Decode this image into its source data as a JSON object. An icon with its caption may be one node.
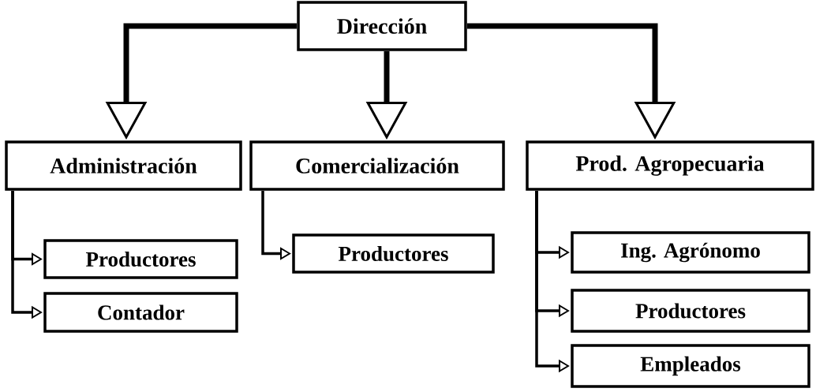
{
  "diagram": {
    "nodes": [
      {
        "text": [
          "Dirección"
        ]
      },
      {
        "text": [
          "Administración"
        ]
      },
      {
        "text": [
          "Comercialización"
        ]
      },
      {
        "text": [
          "Prod. Agropecuaria"
        ]
      },
      {
        "text": [
          "Productores"
        ]
      },
      {
        "text": [
          "Contador"
        ]
      },
      {
        "text": [
          "Productores"
        ]
      },
      {
        "text": [
          "Ing. Agrónomo"
        ]
      },
      {
        "text": [
          "Productores"
        ]
      },
      {
        "text": [
          "Empleados"
        ]
      }
    ],
    "edges": [
      {
        "from": 0,
        "to": 1,
        "arrow": "to",
        "style": "thick"
      },
      {
        "from": 0,
        "to": 2,
        "arrow": "to",
        "style": "thick"
      },
      {
        "from": 0,
        "to": 3,
        "arrow": "to",
        "style": "thick"
      },
      {
        "from": 1,
        "to": 4,
        "arrow": "to"
      },
      {
        "from": 1,
        "to": 5,
        "arrow": "to"
      },
      {
        "from": 2,
        "to": 6,
        "arrow": "to"
      },
      {
        "from": 3,
        "to": 7,
        "arrow": "to"
      },
      {
        "from": 3,
        "to": 8,
        "arrow": "to"
      },
      {
        "from": 3,
        "to": 9,
        "arrow": "to"
      }
    ]
  }
}
